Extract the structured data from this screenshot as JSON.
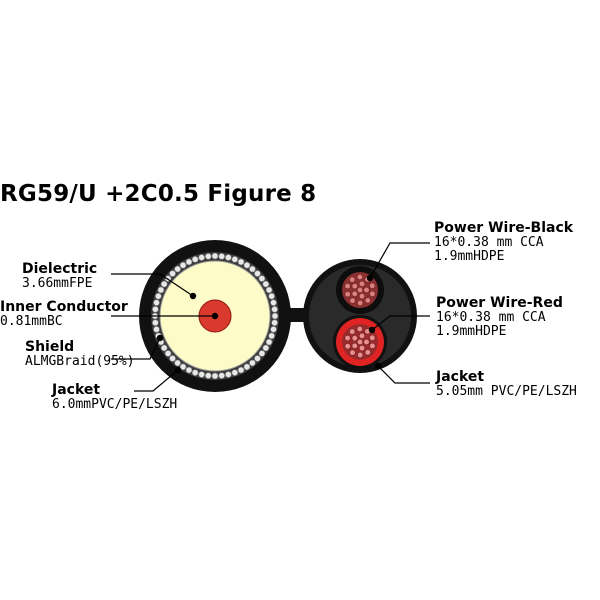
{
  "title": "RG59/U +2C0.5 Figure 8",
  "colors": {
    "jacket": "#111111",
    "dielectric": "#fdfbc7",
    "conductor": "#d93a2d",
    "braid": "#e8e8e8",
    "inner_jacket": "#2a2a2a",
    "strand_black_group": "#c86060",
    "strand_red_group": "#e07070",
    "red_insulation": "#e02424"
  },
  "callouts": {
    "dielectric": {
      "label": "Dielectric",
      "spec": "3.66mmFPE"
    },
    "inner_conductor": {
      "label": "Inner Conductor",
      "spec": "0.81mmBC"
    },
    "shield": {
      "label": "Shield",
      "spec": "ALMGBraid(95%)"
    },
    "jacket_coax": {
      "label": "Jacket",
      "spec": "6.0mmPVC/PE/LSZH"
    },
    "power_black": {
      "label": "Power Wire-Black",
      "spec1": "16*0.38 mm CCA",
      "spec2": "1.9mmHDPE"
    },
    "power_red": {
      "label": "Power Wire-Red",
      "spec1": "16*0.38 mm CCA",
      "spec2": "1.9mmHDPE"
    },
    "jacket_power": {
      "label": "Jacket",
      "spec": "5.05mm PVC/PE/LSZH"
    }
  }
}
